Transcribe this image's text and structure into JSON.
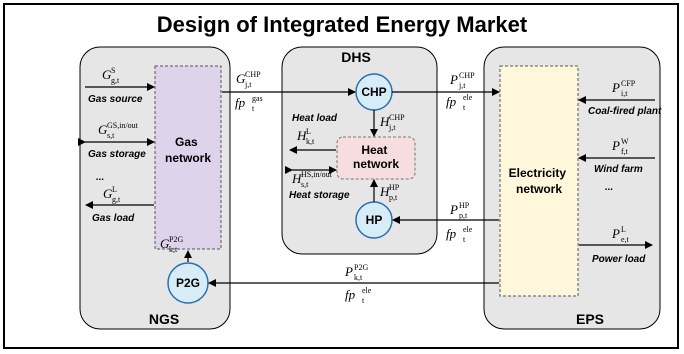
{
  "title": "Design of Integrated Energy Market",
  "regions": {
    "ngs": "NGS",
    "dhs": "DHS",
    "eps": "EPS"
  },
  "nodes": {
    "gas_network": [
      "Gas",
      "network"
    ],
    "heat_network": [
      "Heat",
      "network"
    ],
    "electricity_network": [
      "Electricity",
      "network"
    ],
    "chp": "CHP",
    "hp": "HP",
    "p2g": "P2G"
  },
  "labels": {
    "gas_source": "Gas source",
    "gas_storage": "Gas storage",
    "gas_load": "Gas load",
    "heat_load": "Heat load",
    "heat_storage": "Heat storage",
    "coal_fired_plant": "Coal-fired plant",
    "wind_farm": "Wind farm",
    "power_load": "Power load",
    "ellipsis": "..."
  },
  "symbols": {
    "g_s": {
      "base": "G",
      "sup": "S",
      "sub": "g,t"
    },
    "g_gs": {
      "base": "G",
      "sup": "GS,in/out",
      "sub": "s,t"
    },
    "g_l": {
      "base": "G",
      "sup": "L",
      "sub": "g,t"
    },
    "g_chp": {
      "base": "G",
      "sup": "CHP",
      "sub": "j,t"
    },
    "fp_gas": {
      "base": "fp",
      "sup": "gas",
      "sub": "t"
    },
    "g_p2g": {
      "base": "G",
      "sup": "P2G",
      "sub": "k,t"
    },
    "h_l": {
      "base": "H",
      "sup": "L",
      "sub": "k,t"
    },
    "h_hs": {
      "base": "H",
      "sup": "HS,in/out",
      "sub": "s,t"
    },
    "h_chp": {
      "base": "H",
      "sup": "CHP",
      "sub": "j,t"
    },
    "h_hp": {
      "base": "H",
      "sup": "HP",
      "sub": "p,t"
    },
    "p_chp": {
      "base": "P",
      "sup": "CHP",
      "sub": "j,t"
    },
    "fp_ele1": {
      "base": "fp",
      "sup": "ele",
      "sub": "t"
    },
    "p_hp": {
      "base": "P",
      "sup": "HP",
      "sub": "p,t"
    },
    "fp_ele2": {
      "base": "fp",
      "sup": "ele",
      "sub": "t"
    },
    "p_p2g": {
      "base": "P",
      "sup": "P2G",
      "sub": "k,t"
    },
    "fp_ele3": {
      "base": "fp",
      "sup": "ele",
      "sub": "t"
    },
    "p_cfp": {
      "base": "P",
      "sup": "CFP",
      "sub": "i,t"
    },
    "p_w": {
      "base": "P",
      "sup": "W",
      "sub": "f,t"
    },
    "p_l": {
      "base": "P",
      "sup": "L",
      "sub": "e,t"
    }
  },
  "colors": {
    "region_fill": "#e6e6e6",
    "gas_network_fill": "#ddd3ea",
    "heat_network_fill": "#f6dede",
    "electricity_network_fill": "#fff7dc",
    "circle_fill": "#d6ecf7",
    "circle_stroke": "#2a6fb0"
  }
}
